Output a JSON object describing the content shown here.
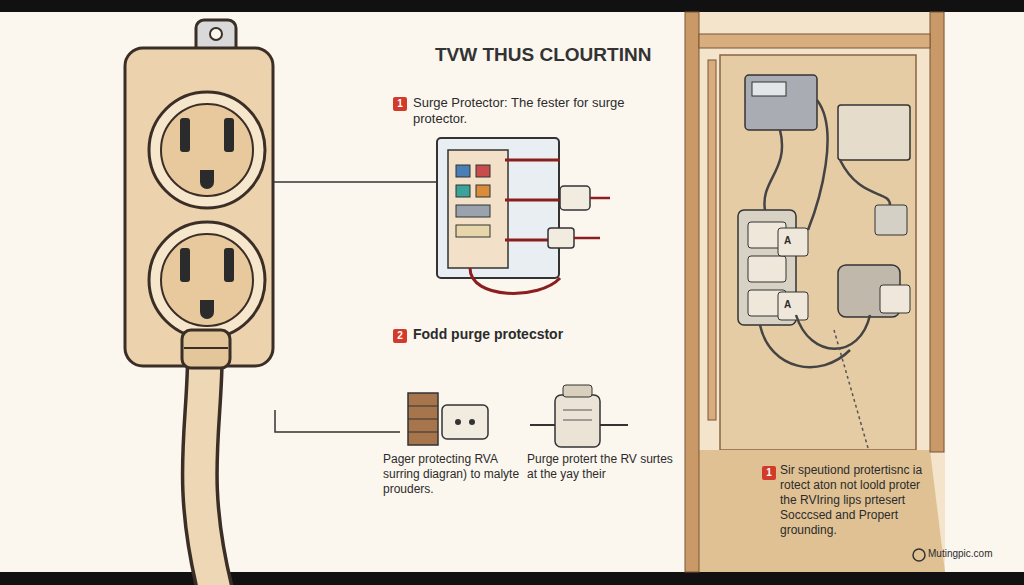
{
  "diagram": {
    "title": "TVW THUS CLOURTINN",
    "labels": [
      "1",
      "Surge Protector: The fester for surge protector.",
      "2",
      "Fodd purge protecstor",
      "Pager protecting RVA surring diagran) to malyte prouders.",
      "Purge protert the RV surtes at the yay their",
      "A",
      "A",
      "1",
      "Sir speutiond protertisnc ia rotect aton not loold proter the RVIring lips prtesert Socccsed and Propert grounding.",
      "Mutingpic.com"
    ]
  }
}
